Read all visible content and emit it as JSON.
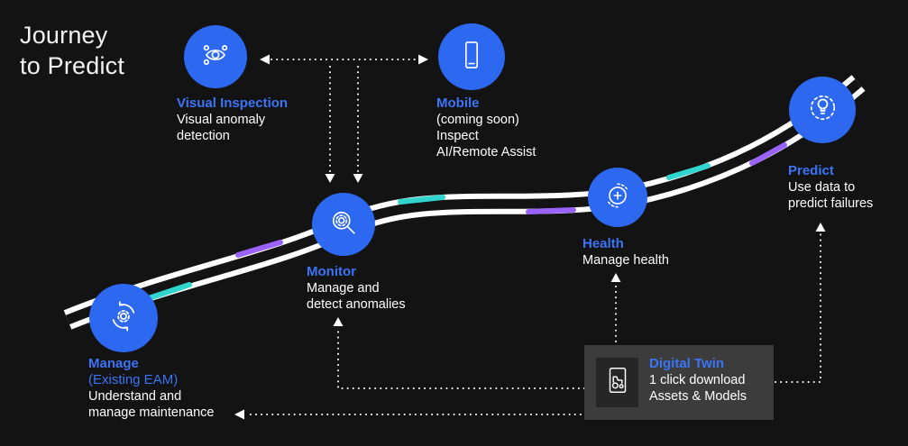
{
  "title": {
    "line1": "Journey",
    "line2": "to Predict"
  },
  "colors": {
    "background": "#131313",
    "circle_blue": "#2d68f0",
    "label_blue": "#3b74f6",
    "road_white": "#ffffff",
    "segment_teal": "#30d5cd",
    "segment_purple": "#9a63ff",
    "digital_twin_box": "#3c3c3c",
    "digital_twin_tile": "#262626",
    "text_white": "#ffffff"
  },
  "nodes": {
    "visual_inspection": {
      "icon": "visual-inspection-icon",
      "label": "Visual Inspection",
      "lines": [
        "Visual anomaly",
        "detection"
      ]
    },
    "mobile": {
      "icon": "mobile-icon",
      "label": "Mobile",
      "lines": [
        "(coming soon)",
        "Inspect",
        "AI/Remote Assist"
      ]
    },
    "manage": {
      "icon": "manage-icon",
      "label": "Manage",
      "sublabel": "(Existing EAM)",
      "lines": [
        "Understand and",
        "manage maintenance"
      ]
    },
    "monitor": {
      "icon": "monitor-icon",
      "label": "Monitor",
      "lines": [
        "Manage and",
        "detect anomalies"
      ]
    },
    "health": {
      "icon": "health-icon",
      "label": "Health",
      "lines": [
        "Manage health"
      ]
    },
    "predict": {
      "icon": "predict-icon",
      "label": "Predict",
      "lines": [
        "Use data to",
        "predict failures"
      ]
    }
  },
  "digital_twin": {
    "icon": "digital-twin-icon",
    "label": "Digital Twin",
    "lines": [
      "1 click download",
      "Assets & Models"
    ]
  }
}
